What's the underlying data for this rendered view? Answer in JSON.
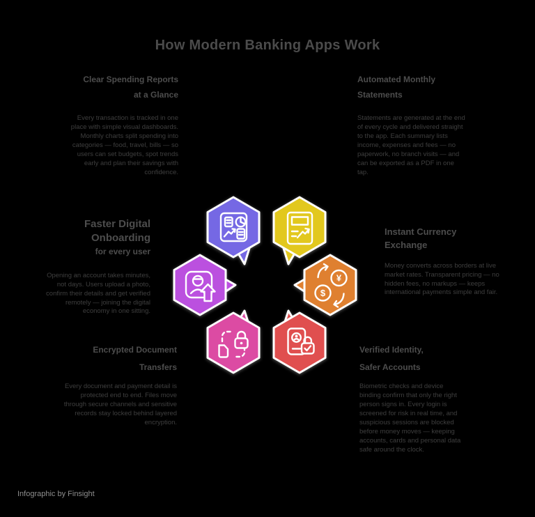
{
  "title": "How Modern Banking Apps Work",
  "colors": {
    "background": "#000000",
    "title_text": "#4B4B4B",
    "heading_text": "#4D4D4D",
    "body_text": "#3F3F3F",
    "attribution_text": "#8E8E8E",
    "hex_reports": "#7568E4",
    "hex_statements": "#E2C81E",
    "hex_onboarding": "#BB50DF",
    "hex_exchange": "#DF8030",
    "hex_secure_docs": "#DC4BA3",
    "hex_identity": "#E04F4F"
  },
  "sections": {
    "top_left": {
      "heading_line1": "Clear Spending Reports",
      "heading_line2": "at a Glance",
      "body": "Every transaction is tracked in one place with simple visual dashboards. Monthly charts split spending into categories — food, travel, bills — so users can set budgets, spot trends early and plan their savings with confidence."
    },
    "top_right": {
      "heading_line1": "Automated Monthly",
      "heading_line2": "Statements",
      "body": "Statements are generated at the end of every cycle and delivered straight to the app. Each summary lists income, expenses and fees — no paperwork, no branch visits — and can be exported as a PDF in one tap."
    },
    "mid_left": {
      "heading_line1": "Faster Digital Onboarding",
      "heading_line2": "for every user",
      "body": "Opening an account takes minutes, not days. Users upload a photo, confirm their details and get verified remotely — joining the digital economy in one sitting."
    },
    "mid_right": {
      "heading_line1": "Instant Currency",
      "heading_line2": "Exchange",
      "body": "Money converts across borders at live market rates. Transparent pricing — no hidden fees, no markups — keeps international payments simple and fair."
    },
    "bottom_left": {
      "heading_line1": "Encrypted Document",
      "heading_line2": "Transfers",
      "body": "Every document and payment detail is protected end to end. Files move through secure channels and sensitive records stay locked behind layered encryption."
    },
    "bottom_right": {
      "heading_line1": "Verified Identity,",
      "heading_line2": "Safer Accounts",
      "body": "Biometric checks and device binding confirm that only the right person signs in. Every login is screened for risk in real time, and suspicious sessions are blocked before money moves — keeping accounts, cards and personal data safe around the clock."
    }
  },
  "hexagons": [
    {
      "id": "spending-reports",
      "icon": "dashboard-report-icon",
      "color": "#7568E4",
      "tail": "bottom-right"
    },
    {
      "id": "statements",
      "icon": "statement-chart-icon",
      "color": "#E2C81E",
      "tail": "bottom-left"
    },
    {
      "id": "onboarding",
      "icon": "profile-upload-icon",
      "color": "#BB50DF",
      "tail": "right"
    },
    {
      "id": "currency-exchange",
      "icon": "currency-exchange-icon",
      "color": "#DF8030",
      "tail": "left",
      "glyph_top": "¥",
      "glyph_bottom": "$"
    },
    {
      "id": "secure-documents",
      "icon": "document-lock-icon",
      "color": "#DC4BA3",
      "tail": "top-right"
    },
    {
      "id": "identity-verification",
      "icon": "id-lock-icon",
      "color": "#E04F4F",
      "tail": "top-left"
    }
  ],
  "attribution": "Infographic by Finsight"
}
